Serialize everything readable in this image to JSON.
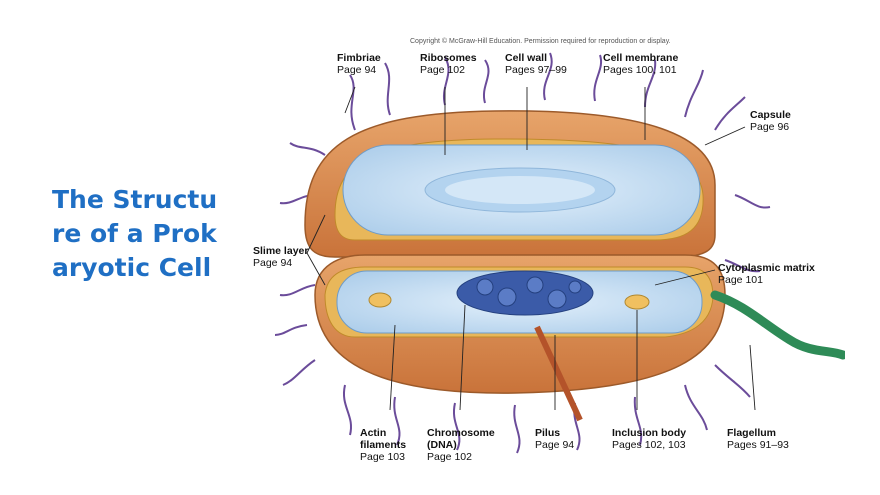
{
  "title": "The Structure of a Prokaryotic Cell",
  "copyright": "Copyright © McGraw-Hill Education. Permission required for reproduction or display.",
  "labels": {
    "fimbriae": {
      "name": "Fimbriae",
      "page": "Page 94"
    },
    "ribosomes": {
      "name": "Ribosomes",
      "page": "Page 102"
    },
    "cell_wall": {
      "name": "Cell wall",
      "page": "Pages 97–99"
    },
    "cell_membrane": {
      "name": "Cell membrane",
      "page": "Pages 100, 101"
    },
    "capsule": {
      "name": "Capsule",
      "page": "Page 96"
    },
    "slime_layer": {
      "name": "Slime layer",
      "page": "Page 94"
    },
    "cytoplasmic_matrix": {
      "name": "Cytoplasmic matrix",
      "page": "Page 101"
    },
    "actin_filaments": {
      "name": "Actin filaments",
      "page": "Page 103"
    },
    "chromosome": {
      "name": "Chromosome (DNA)",
      "page": "Page 102"
    },
    "pilus": {
      "name": "Pilus",
      "page": "Page 94"
    },
    "inclusion_body": {
      "name": "Inclusion body",
      "page": "Pages 102, 103"
    },
    "flagellum": {
      "name": "Flagellum",
      "page": "Pages 91–93"
    }
  },
  "colors": {
    "title": "#1f6fc4",
    "capsule": "#d9894a",
    "cell_wall": "#e8b75a",
    "cytoplasm": "#c9e1f4",
    "fimbriae": "#6b4c9a",
    "dna": "#3b5ba8",
    "flagellum": "#2e8b57"
  }
}
